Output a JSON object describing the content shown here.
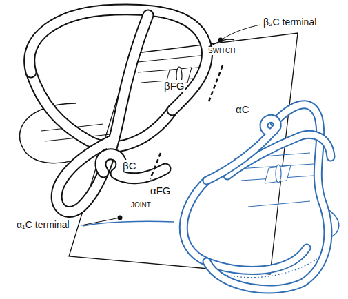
{
  "diagram": {
    "labels": [
      "β₂C terminal",
      "SWITCH",
      "βFG",
      "αC",
      "βC",
      "αFG",
      "JOINT",
      "α₁C terminal"
    ]
  }
}
